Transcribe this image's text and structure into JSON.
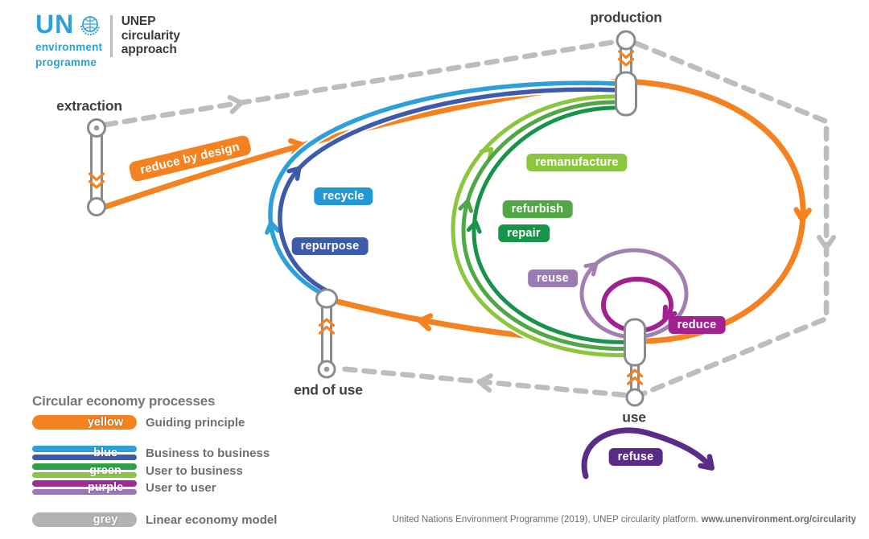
{
  "header": {
    "un": "UN",
    "env_line1": "environment",
    "env_line2": "programme",
    "brand_line1": "UNEP",
    "brand_line2": "circularity",
    "brand_line3": "approach"
  },
  "nodes": {
    "extraction": "extraction",
    "production": "production",
    "use": "use",
    "end_of_use": "end of use"
  },
  "processes": {
    "reduce_by_design": {
      "label": "reduce by design",
      "color": "#F58220"
    },
    "recycle": {
      "label": "recycle",
      "color": "#2397D6"
    },
    "repurpose": {
      "label": "repurpose",
      "color": "#3D5BA9"
    },
    "remanufacture": {
      "label": "remanufacture",
      "color": "#8CC63F"
    },
    "refurbish": {
      "label": "refurbish",
      "color": "#4FA845"
    },
    "repair": {
      "label": "repair",
      "color": "#17944A"
    },
    "reuse": {
      "label": "reuse",
      "color": "#9B7BB4"
    },
    "reduce": {
      "label": "reduce",
      "color": "#A0218F"
    },
    "refuse": {
      "label": "refuse",
      "color": "#582C87"
    }
  },
  "legend": {
    "title": "Circular economy processes",
    "entries": [
      {
        "swatch": "yellow",
        "description": "Guiding principle",
        "type": "single",
        "colors": [
          "#F58220"
        ]
      },
      {
        "swatch": "blue",
        "description": "Business to business",
        "type": "double",
        "colors": [
          "#2E9FD9",
          "#3D5BA9"
        ]
      },
      {
        "swatch": "green",
        "description": "User to business",
        "type": "double",
        "colors": [
          "#2FA046",
          "#8CC63F"
        ]
      },
      {
        "swatch": "purple",
        "description": "User to user",
        "type": "double",
        "colors": [
          "#9C2D93",
          "#9B78B3"
        ]
      },
      {
        "swatch": "grey",
        "description": "Linear economy model",
        "type": "single",
        "colors": [
          "#B1B3B5"
        ]
      }
    ]
  },
  "footer": {
    "citation": "United Nations Environment Programme (2019), UNEP circularity platform. ",
    "link": "www.unenvironment.org/circularity"
  },
  "colors": {
    "orange": "#F58220",
    "light_blue": "#2E9FD9",
    "dark_blue": "#3D5BA9",
    "light_green": "#8CC63F",
    "mid_green": "#4FA845",
    "dark_green": "#17944A",
    "mauve": "#A17FB0",
    "magenta": "#A0218F",
    "dark_purple": "#582C87",
    "grey_dashed": "#BDBDBD",
    "node_stroke": "#8A8B8D",
    "text_dark": "#414042",
    "text_grey": "#6D6E71"
  }
}
